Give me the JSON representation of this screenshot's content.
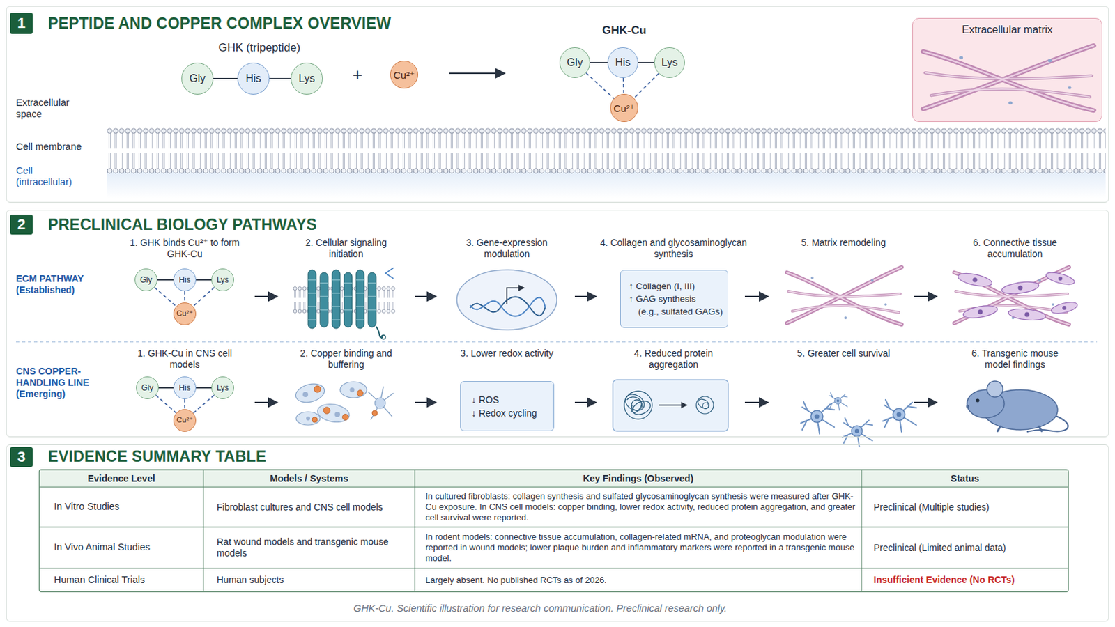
{
  "diagram": {
    "caption": "GHK-Cu. Scientific illustration for research communication. Preclinical research only.",
    "nodes": [
      {
        "text": [
          "PEPTIDE AND COPPER COMPLEX OVERVIEW"
        ]
      },
      {
        "text": [
          "1"
        ],
        "in": 0
      },
      {
        "text": [
          "Gly"
        ],
        "in": 0
      },
      {
        "text": [
          "His"
        ],
        "in": 0
      },
      {
        "text": [
          "Lys"
        ],
        "in": 0
      },
      {
        "text": [
          "Cu²⁺"
        ],
        "in": 0
      },
      {
        "text": [
          "Gly"
        ],
        "in": 0
      },
      {
        "text": [
          "His"
        ],
        "in": 0
      },
      {
        "text": [
          "Lys"
        ],
        "in": 0
      },
      {
        "text": [
          "Cu²⁺"
        ],
        "in": 0
      },
      {
        "text": [
          "Extracellular matrix"
        ],
        "in": 0
      },
      {
        "text": [
          "PRECLINICAL BIOLOGY PATHWAYS"
        ]
      },
      {
        "text": [
          "2"
        ],
        "in": 11
      },
      {
        "text": [
          "Gly"
        ],
        "in": 11
      },
      {
        "text": [
          "His"
        ],
        "in": 11
      },
      {
        "text": [
          "Lys"
        ],
        "in": 11
      },
      {
        "text": [
          "Cu²⁺"
        ],
        "in": 11
      },
      {
        "text": [
          "↑ Collagen (I, III)",
          "↑ GAG synthesis",
          "(e.g., sulfated GAGs)"
        ],
        "in": 11
      },
      {
        "text": [
          "Gly"
        ],
        "in": 11
      },
      {
        "text": [
          "His"
        ],
        "in": 11
      },
      {
        "text": [
          "Lys"
        ],
        "in": 11
      },
      {
        "text": [
          "Cu²⁺"
        ],
        "in": 11
      },
      {
        "text": [
          "↓ ROS",
          "↓ Redox cycling"
        ],
        "in": 11
      },
      {
        "text": [
          "EVIDENCE SUMMARY TABLE"
        ]
      },
      {
        "text": [
          "3"
        ],
        "in": 23
      }
    ],
    "edges": [
      {
        "from": 2,
        "to": 3,
        "arrow": "none"
      },
      {
        "from": 3,
        "to": 4,
        "arrow": "none"
      },
      {
        "from": 6,
        "to": 7,
        "arrow": "none"
      },
      {
        "from": 7,
        "to": 8,
        "arrow": "none"
      },
      {
        "from": 6,
        "to": 9,
        "arrow": "none"
      },
      {
        "from": 7,
        "to": 9,
        "arrow": "none"
      },
      {
        "from": 8,
        "to": 9,
        "arrow": "none"
      },
      {
        "from": 13,
        "to": 14,
        "arrow": "none"
      },
      {
        "from": 14,
        "to": 15,
        "arrow": "none"
      },
      {
        "from": 13,
        "to": 16,
        "arrow": "none"
      },
      {
        "from": 14,
        "to": 16,
        "arrow": "none"
      },
      {
        "from": 15,
        "to": 16,
        "arrow": "none"
      },
      {
        "from": 18,
        "to": 19,
        "arrow": "none"
      },
      {
        "from": 19,
        "to": 20,
        "arrow": "none"
      },
      {
        "from": 18,
        "to": 21,
        "arrow": "none"
      },
      {
        "from": 19,
        "to": 21,
        "arrow": "none"
      },
      {
        "from": 20,
        "to": 21,
        "arrow": "none"
      }
    ],
    "labels": [
      "GHK (tripeptide)",
      "+",
      "GHK-Cu",
      "Extracellular space",
      "Cell membrane",
      "Cell (intracellular)",
      "ECM PATHWAY (Established)",
      "1. GHK binds Cu²⁺ to form GHK-Cu",
      "2. Cellular signaling initiation",
      "3. Gene-expression modulation",
      "4. Collagen and glycosaminoglycan synthesis",
      "5. Matrix remodeling",
      "6. Connective tissue accumulation",
      "CNS COPPER-HANDLING LINE (Emerging)",
      "1. GHK-Cu in CNS cell models",
      "2. Copper binding and buffering",
      "3. Lower redox activity",
      "4. Reduced protein aggregation",
      "5. Greater cell survival",
      "6. Transgenic mouse model findings",
      "Evidence Level",
      "Models / Systems",
      "Key Findings (Observed)",
      "Status",
      "In Vitro Studies",
      "Fibroblast cultures and CNS cell models",
      "In cultured fibroblasts: collagen synthesis and sulfated glycosaminoglycan synthesis were measured after GHK-Cu exposure. In CNS cell models: copper binding, lower redox activity, reduced protein aggregation, and greater cell survival were reported.",
      "Preclinical (Multiple studies)",
      "In Vivo Animal Studies",
      "Rat wound models and transgenic mouse models",
      "In rodent models: connective tissue accumulation, collagen-related mRNA, and proteoglycan modulation were reported in wound models; lower plaque burden and inflammatory markers were reported in a transgenic mouse model.",
      "Preclinical (Limited animal data)",
      "Human Clinical Trials",
      "Human subjects",
      "Largely absent. No published RCTs as of 2026.",
      "Insufficient Evidence (No RCTs)"
    ]
  }
}
